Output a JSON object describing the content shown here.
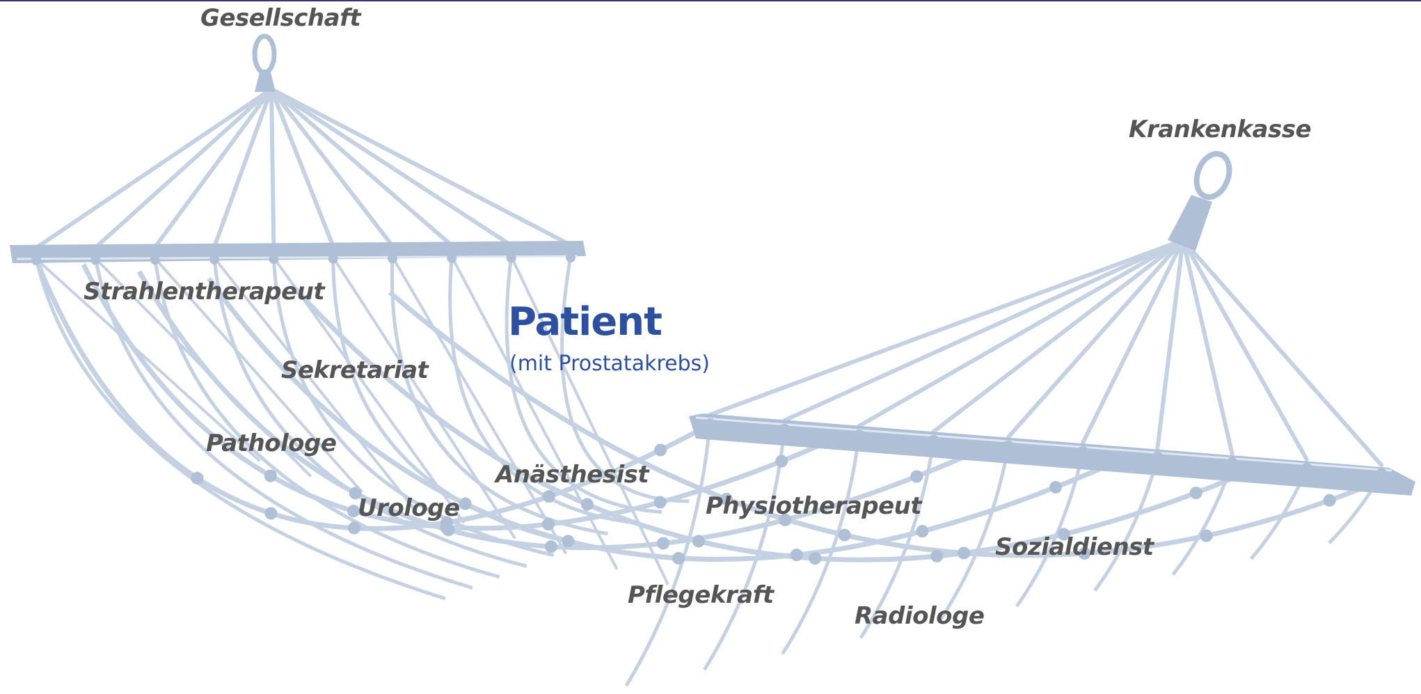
{
  "diagram": {
    "center": {
      "title": "Patient",
      "subtitle": "(mit Prostatakrebs)"
    },
    "labels": {
      "gesellschaft": "Gesellschaft",
      "krankenkasse": "Krankenkasse",
      "strahlentherapeut": "Strahlentherapeut",
      "sekretariat": "Sekretariat",
      "pathologe": "Pathologe",
      "urologe": "Urologe",
      "anaesthesist": "Anästhesist",
      "physiotherapeut": "Physiotherapeut",
      "pflegekraft": "Pflegekraft",
      "radiologe": "Radiologe",
      "sozialdienst": "Sozialdienst"
    },
    "colors": {
      "hammock": "#c3d1e3",
      "hammock_dark": "#aebfd6",
      "label_text": "#555555",
      "patient_text": "#2c4fa0",
      "top_rule": "#3a2f7a"
    },
    "illustration": "hammock"
  }
}
